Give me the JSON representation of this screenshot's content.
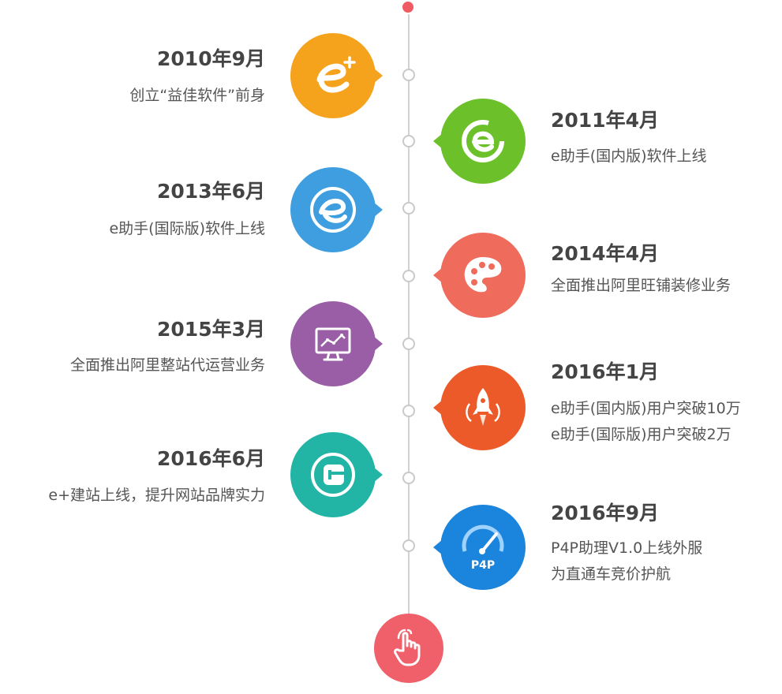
{
  "events": [
    {
      "year": "2010年9月",
      "lines": [
        "创立“益佳软件”前身"
      ],
      "color": "#f5a21d",
      "icon": "eplus-logo-icon"
    },
    {
      "year": "2011年4月",
      "lines": [
        "e助手(国内版)软件上线"
      ],
      "color": "#6cc12b",
      "icon": "e-assistant-logo-icon"
    },
    {
      "year": "2013年6月",
      "lines": [
        "e助手(国际版)软件上线"
      ],
      "color": "#3f9ee0",
      "icon": "e-assistant-intl-logo-icon"
    },
    {
      "year": "2014年4月",
      "lines": [
        "全面推出阿里旺铺装修业务"
      ],
      "color": "#ef6b5c",
      "icon": "palette-icon"
    },
    {
      "year": "2015年3月",
      "lines": [
        "全面推出阿里整站代运营业务"
      ],
      "color": "#9a5ea7",
      "icon": "monitor-chart-icon"
    },
    {
      "year": "2016年1月",
      "lines": [
        "e助手(国内版)用户突破10万",
        "e助手(国际版)用户突破2万"
      ],
      "color": "#ec5a2a",
      "icon": "rocket-icon"
    },
    {
      "year": "2016年6月",
      "lines": [
        "e+建站上线，提升网站品牌实力"
      ],
      "color": "#22b5a5",
      "icon": "e-site-logo-icon"
    },
    {
      "year": "2016年9月",
      "lines": [
        "P4P助理V1.0上线外服",
        "为直通车竞价护航"
      ],
      "color": "#1b84dc",
      "icon": "p4p-gauge-icon",
      "badge_text": "P4P"
    }
  ],
  "end_icon": "hand-pointer-icon"
}
